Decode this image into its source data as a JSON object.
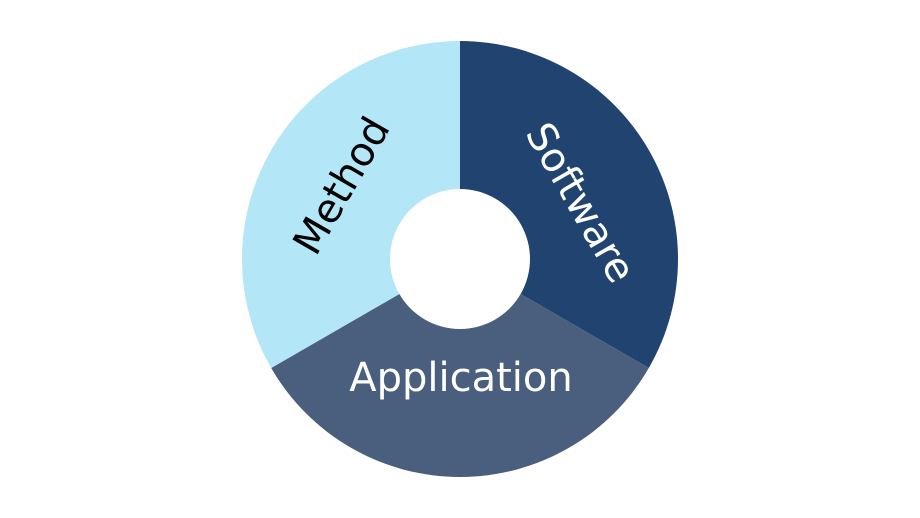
{
  "diagram": {
    "type": "donut-cycle",
    "segments": [
      {
        "label": "Software",
        "color": "#21436f",
        "text_color": "#ffffff"
      },
      {
        "label": "Application",
        "color": "#4a5f7d",
        "text_color": "#ffffff"
      },
      {
        "label": "Method",
        "color": "#b3e6f7",
        "text_color": "#000000"
      }
    ]
  }
}
